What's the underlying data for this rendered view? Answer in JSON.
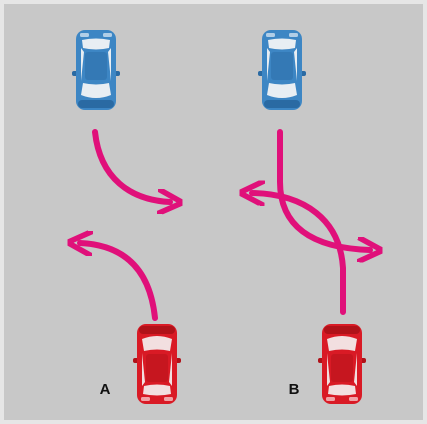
{
  "scenario_a": {
    "label": "A"
  },
  "scenario_b": {
    "label": "B"
  },
  "colors": {
    "road": "#c8c8c8",
    "frame": "#e6e6e6",
    "path": "#e0107a",
    "blue_car": "#3d86c4",
    "blue_car_dark": "#2a6aa3",
    "red_car": "#d91a25",
    "red_car_dark": "#b01219",
    "glass": "#e8eef3",
    "glass_red": "#f2dfe0"
  },
  "vehicles": [
    {
      "name": "blue-car-a",
      "color": "blue",
      "direction": "south"
    },
    {
      "name": "blue-car-b",
      "color": "blue",
      "direction": "south"
    },
    {
      "name": "red-car-a",
      "color": "red",
      "direction": "north"
    },
    {
      "name": "red-car-b",
      "color": "red",
      "direction": "north"
    }
  ]
}
